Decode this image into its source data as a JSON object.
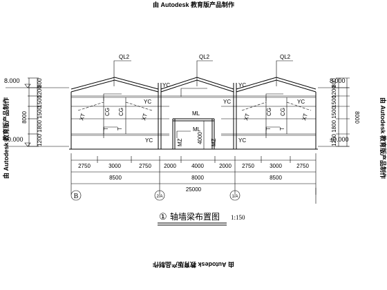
{
  "watermark": {
    "text": "由 Autodesk 教育版产品制作"
  },
  "beams": {
    "qlz": "QL2",
    "yc": "YC",
    "cg": "CG",
    "xt": "XT",
    "t": "T",
    "ml": "ML",
    "mz": "MZ"
  },
  "levels": {
    "top": "8.000",
    "base": "±0.000"
  },
  "vertical_dims": {
    "left": [
      "800",
      "1200",
      "1500",
      "1500",
      "1800",
      "1200"
    ],
    "total": "8000",
    "door": "4000"
  },
  "horizontal_dims": {
    "row1": [
      "2750",
      "3000",
      "2750",
      "2000",
      "4000",
      "2000",
      "2750",
      "3000",
      "2750"
    ],
    "row2": [
      "8500",
      "8000",
      "8500"
    ],
    "row3": "25000"
  },
  "axes": [
    "B",
    "2/A",
    "1/A"
  ],
  "title": {
    "symbol": "①",
    "text": "轴墙梁布置图",
    "scale": "1:150"
  }
}
